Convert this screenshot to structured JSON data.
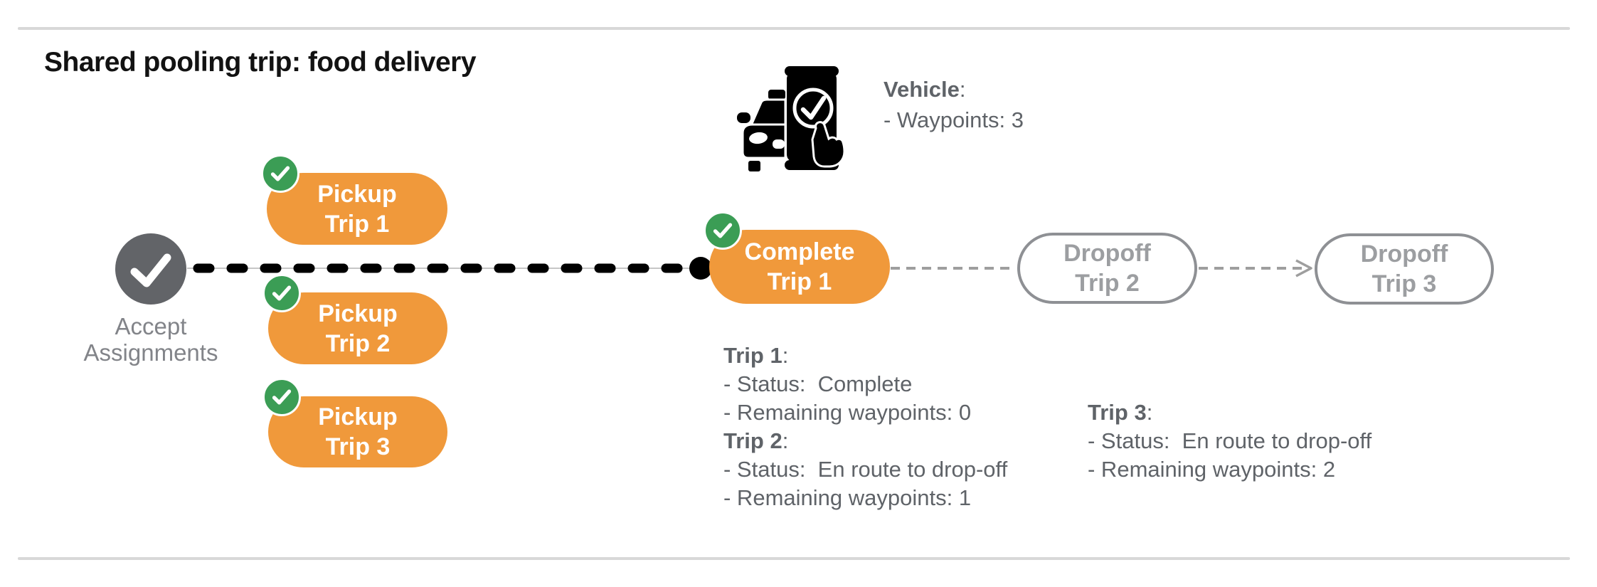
{
  "title": "Shared pooling trip: food delivery",
  "vehicle_panel": {
    "icon": "vehicle-phone-check-icon",
    "heading": "Vehicle",
    "heading_colon": ":",
    "line": "- Waypoints: 3"
  },
  "flow": {
    "start_node": {
      "icon": "check-icon",
      "label_line1": "Accept",
      "label_line2": "Assignments"
    },
    "pickup_nodes": [
      {
        "badge_icon": "check-badge-icon",
        "line1": "Pickup",
        "line2": "Trip 1"
      },
      {
        "badge_icon": "check-badge-icon",
        "line1": "Pickup",
        "line2": "Trip 2"
      },
      {
        "badge_icon": "check-badge-icon",
        "line1": "Pickup",
        "line2": "Trip 3"
      }
    ],
    "complete_node": {
      "badge_icon": "check-badge-icon",
      "line1": "Complete",
      "line2": "Trip 1"
    },
    "dropoff_nodes": [
      {
        "line1": "Dropoff",
        "line2": "Trip 2"
      },
      {
        "line1": "Dropoff",
        "line2": "Trip 3"
      }
    ]
  },
  "status_blocks": {
    "trip1": {
      "heading": "Trip 1",
      "colon": ":",
      "lines": [
        "- Status:  Complete",
        "- Remaining waypoints: 0"
      ]
    },
    "trip2": {
      "heading": "Trip 2",
      "colon": ":",
      "lines": [
        "- Status:  En route to drop-off",
        "- Remaining waypoints: 1"
      ]
    },
    "trip3": {
      "heading": "Trip 3",
      "colon": ":",
      "lines": [
        "- Status:  En route to drop-off",
        "- Remaining waypoints: 2"
      ]
    }
  },
  "colors": {
    "orange": "#F0993B",
    "green": "#3B9D55",
    "node_gray": "#626468",
    "text_gray": "#5F6368",
    "label_gray": "#828489",
    "dropoff_text": "#9C9EA1",
    "outline_gray": "#8E9094",
    "rule_gray": "#D8D8D8",
    "conn_gray": "#9E9E9E",
    "underlay_gray": "#C6C6C6",
    "conn_black": "#000000"
  }
}
